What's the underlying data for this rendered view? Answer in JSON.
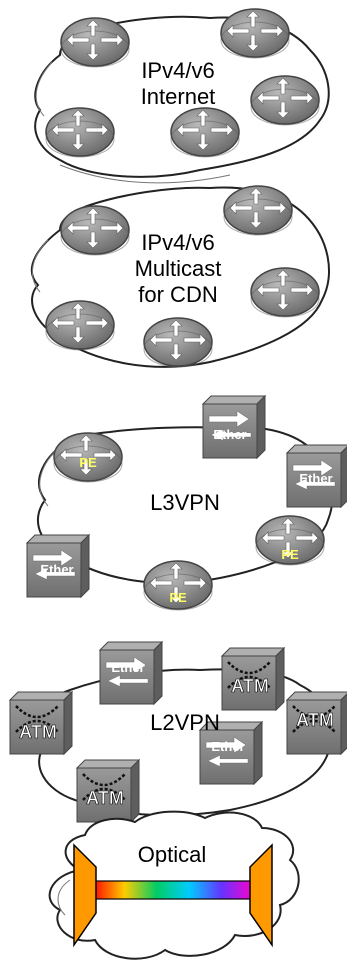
{
  "panels": {
    "internet": {
      "line1": "IPv4/v6",
      "line2": "Internet"
    },
    "multicast": {
      "line1": "IPv4/v6",
      "line2": "Multicast",
      "line3": "for CDN"
    },
    "l3vpn": {
      "label": "L3VPN",
      "pe_label": "PE",
      "ether_label": "Ether"
    },
    "l2vpn": {
      "label": "L2VPN",
      "atm_label": "ATM",
      "ether_label": "Ether"
    },
    "optical": {
      "label": "Optical"
    }
  },
  "colors": {
    "router_fill": "#8a8a8a",
    "box_fill": "#7a7a7a",
    "optical_end": "#ff9900"
  }
}
